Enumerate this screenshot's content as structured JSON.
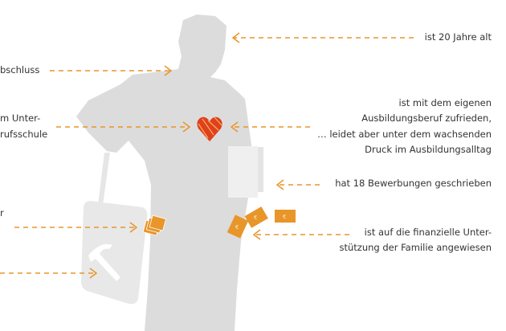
{
  "colors": {
    "accent": "#e8952a",
    "heart": "#e0401c",
    "silhouette": "#dcdcdc",
    "bag": "#ebebeb"
  },
  "labels": {
    "age": "ist 20 Jahre alt",
    "degree": "bschluss",
    "school_1": "m Unter-",
    "school_2": "rufsschule",
    "satisfied_1": "ist mit dem eigenen",
    "satisfied_2": "Ausbildungsberuf zufrieden,",
    "satisfied_3": "… leidet aber unter dem wachsenden",
    "satisfied_4": "Druck im Ausbildungsalltag",
    "applications": "hat 18 Bewerbungen geschrieben",
    "money_left": "r",
    "family_1": "ist auf die finanzielle Unter-",
    "family_2": "stützung der Familie angewiesen"
  },
  "icons": {
    "euro": "€"
  }
}
